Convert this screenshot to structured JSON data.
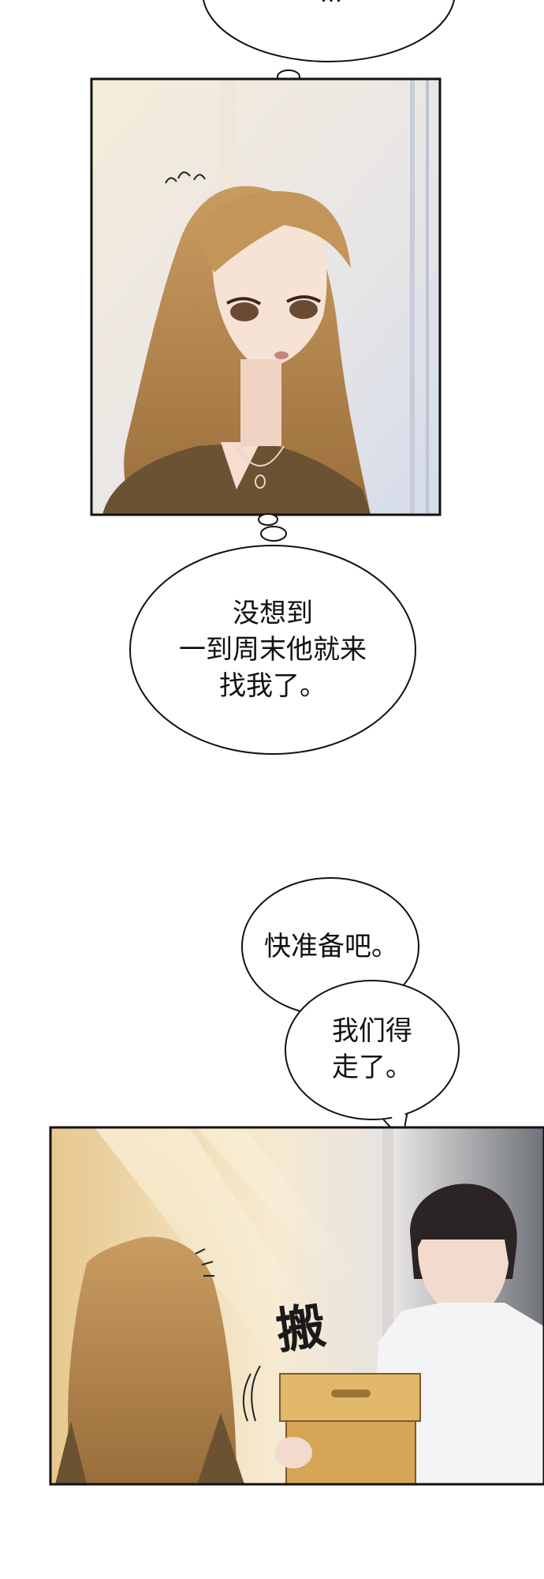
{
  "bubbles": {
    "top_partial": "...",
    "thought": "没想到\n一到周末他就来\n找我了。",
    "speech_1": "快准备吧。",
    "speech_2": "我们得\n走了。"
  },
  "sfx": "搬",
  "colors": {
    "panel_border": "#111111",
    "hair": "#b98a52",
    "top": "#6b5233",
    "warm_light": "#f3e3c2",
    "box": "#e2b86a"
  }
}
